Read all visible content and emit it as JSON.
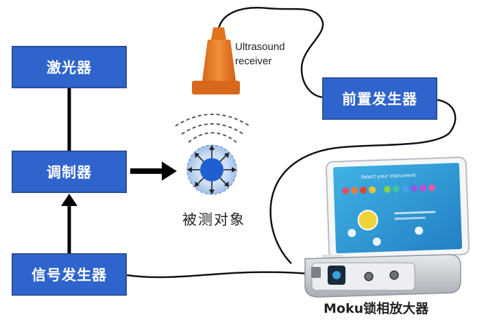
{
  "blocks": {
    "laser": "激光器",
    "modulator": "调制器",
    "signal_generator": "信号发生器",
    "preamplifier": "前置发生器"
  },
  "labels": {
    "ultrasound_line1": "Ultrasound",
    "ultrasound_line2": "receiver",
    "test_object": "被测对象",
    "device": "Moku锁相放大器"
  },
  "tablet": {
    "title": "Select your instrument"
  },
  "colors": {
    "block_fill": "#2f64cc",
    "block_border": "#2a4f99",
    "receiver_orange": "#e87a1e",
    "sample_blue": "#1f5fd1",
    "tablet_screen": "#2e9bd6",
    "device_body": "#c9cdd2"
  }
}
